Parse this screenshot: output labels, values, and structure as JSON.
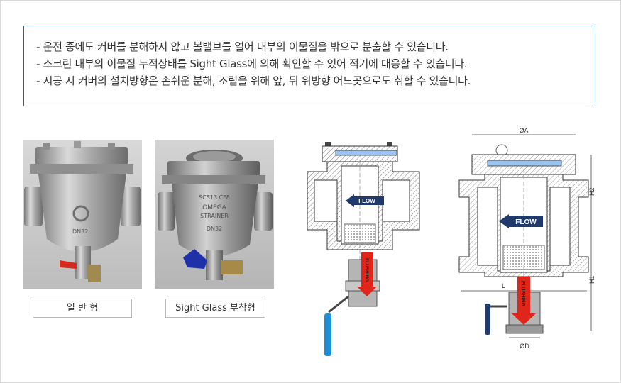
{
  "notes": [
    "- 운전 중에도 커버를 분해하지 않고  볼밸브를 열어 내부의 이물질을 밖으로 분출할 수 있습니다.",
    "- 스크린 내부의 이물질 누적상태를 Sight Glass에 의해 확인할 수 있어 적기에 대응할 수 있습니다.",
    "- 시공 시 커버의 설치방향은 손쉬운 분해, 조립을 위해 앞, 뒤 위방향 어느곳으로도 취할 수 있습니다."
  ],
  "products": [
    {
      "caption": "일 반 형",
      "body_marks": [
        "DN32"
      ]
    },
    {
      "caption": "Sight Glass 부착형",
      "body_marks": [
        "SCS13 CF8",
        "OMEGA",
        "STRAINER",
        "DN32"
      ]
    }
  ],
  "diagram_small": {
    "flow_label": "FLOW",
    "flushing_label": "FLUSHING"
  },
  "diagram_large": {
    "flow_label": "FLOW",
    "flushing_label": "FLUSHING",
    "dimension_labels": {
      "top": "ØA",
      "height_upper": "H2",
      "height_lower": "H1",
      "length": "L",
      "drain": "ØD"
    }
  },
  "colors": {
    "box_border": "#3c5f80",
    "flow_arrow": "#1f3a6b",
    "flushing_arrow": "#e0251b",
    "glass": "#9cc3f0",
    "handle_blue": "#1e8fd6",
    "handle_red": "#d42a20"
  }
}
